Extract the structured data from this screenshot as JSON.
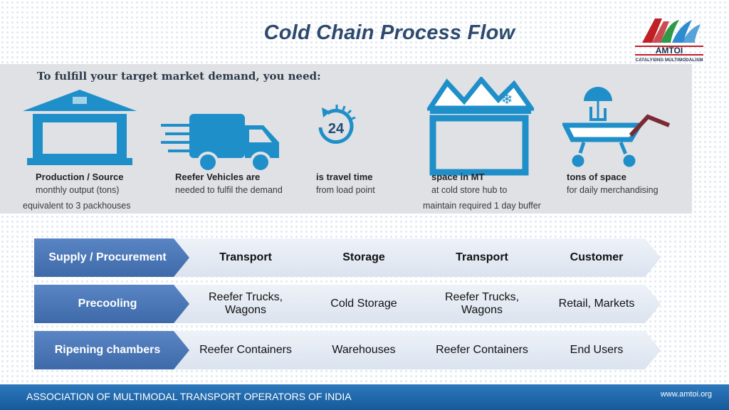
{
  "title": "Cold Chain Process Flow",
  "logo": {
    "name": "AMTOI",
    "tagline": "CATALYSING MULTIMODALISM",
    "colors": [
      "#c01f26",
      "#2e9a47",
      "#2d8cd1"
    ]
  },
  "banner": {
    "heading": "To fulfill your target market demand, you need:",
    "items": [
      {
        "icon": "warehouse-icon",
        "bold": "Production / Source",
        "lines": [
          "monthly output (tons)",
          "equivalent to 3 packhouses"
        ]
      },
      {
        "icon": "reefer-truck-icon",
        "bold": "Reefer Vehicles are",
        "lines": [
          "needed to fulfil the demand"
        ]
      },
      {
        "icon": "clock-24-icon",
        "bold": "is travel time",
        "lines": [
          "from load point"
        ]
      },
      {
        "icon": "cold-store-icon",
        "bold": "space in MT",
        "lines": [
          "at cold store hub to",
          "maintain required 1 day buffer"
        ]
      },
      {
        "icon": "trolley-icon",
        "bold": "tons of space",
        "lines": [
          "for daily merchandising"
        ]
      }
    ]
  },
  "flow": {
    "rows": [
      [
        "Supply / Procurement",
        "Transport",
        "Storage",
        "Transport",
        "Customer"
      ],
      [
        "Precooling",
        "Reefer Trucks, Wagons",
        "Cold Storage",
        "Reefer Trucks, Wagons",
        "Retail, Markets"
      ],
      [
        "Ripening chambers",
        "Reefer Containers",
        "Warehouses",
        "Reefer Containers",
        "End Users"
      ]
    ]
  },
  "footer": {
    "organization": "ASSOCIATION OF MULTIMODAL TRANSPORT OPERATORS OF INDIA",
    "website": "www.amtoi.org"
  },
  "colors": {
    "title": "#2d4a6e",
    "icon_blue": "#1f8fc9",
    "chevron_dark": "#3e6aa9",
    "footer": "#1f6cb0"
  }
}
